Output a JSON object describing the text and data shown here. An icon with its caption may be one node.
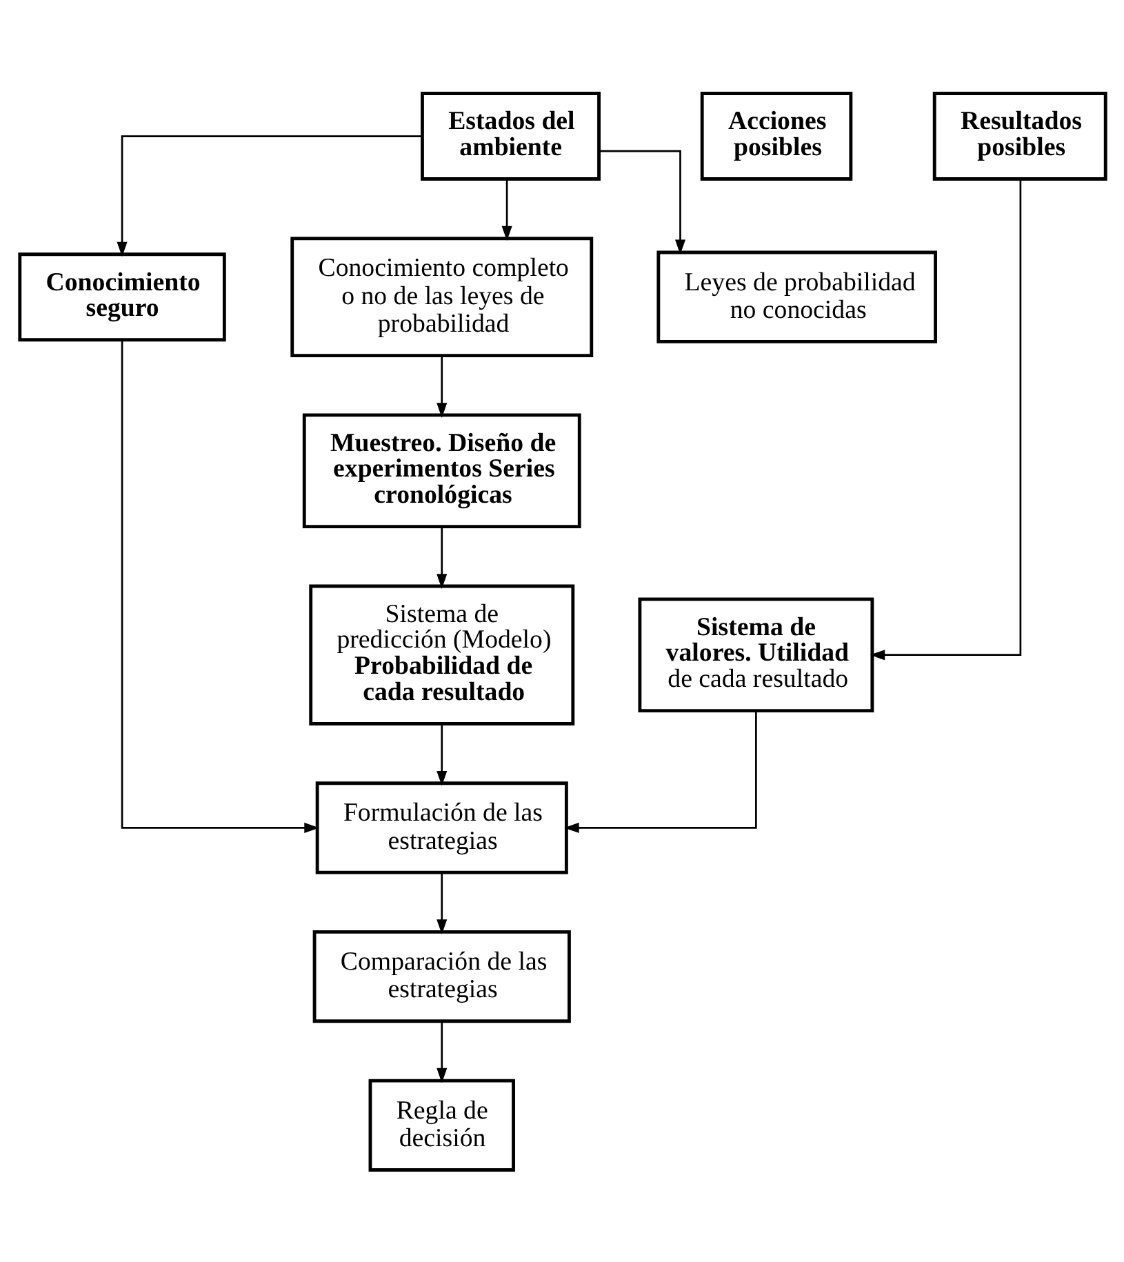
{
  "diagram": {
    "nodes": [
      {
        "text": [
          "Estados del ambiente"
        ]
      },
      {
        "text": [
          "Acciones posibles"
        ]
      },
      {
        "text": [
          "Resultados posibles"
        ]
      },
      {
        "text": [
          "Conocimiento seguro"
        ]
      },
      {
        "text": [
          "Conocimiento completo o no de las leyes de probabilidad"
        ]
      },
      {
        "text": [
          "Leyes de probabilidad no conocidas"
        ]
      },
      {
        "text": [
          "Muestreo. Diseño de experimentos Series cronológicas"
        ]
      },
      {
        "text": [
          "Sistema de predicción (Modelo)",
          "Probabilidad de cada resultado"
        ]
      },
      {
        "text": [
          "Sistema de valores. Utilidad",
          "de cada resultado"
        ]
      },
      {
        "text": [
          "Formulación de las estrategias"
        ]
      },
      {
        "text": [
          "Comparación de las estrategias"
        ]
      },
      {
        "text": [
          "Regla de decisión"
        ]
      }
    ],
    "edges": [
      {
        "from": 0,
        "to": 3,
        "arrow": "to"
      },
      {
        "from": 0,
        "to": 4,
        "arrow": "to"
      },
      {
        "from": 0,
        "to": 5,
        "arrow": "to"
      },
      {
        "from": 4,
        "to": 6,
        "arrow": "to"
      },
      {
        "from": 6,
        "to": 7,
        "arrow": "to"
      },
      {
        "from": 2,
        "to": 8,
        "arrow": "to"
      },
      {
        "from": 3,
        "to": 9,
        "arrow": "to"
      },
      {
        "from": 7,
        "to": 9,
        "arrow": "to"
      },
      {
        "from": 8,
        "to": 9,
        "arrow": "to"
      },
      {
        "from": 9,
        "to": 10,
        "arrow": "to"
      },
      {
        "from": 10,
        "to": 11,
        "arrow": "to"
      }
    ]
  }
}
